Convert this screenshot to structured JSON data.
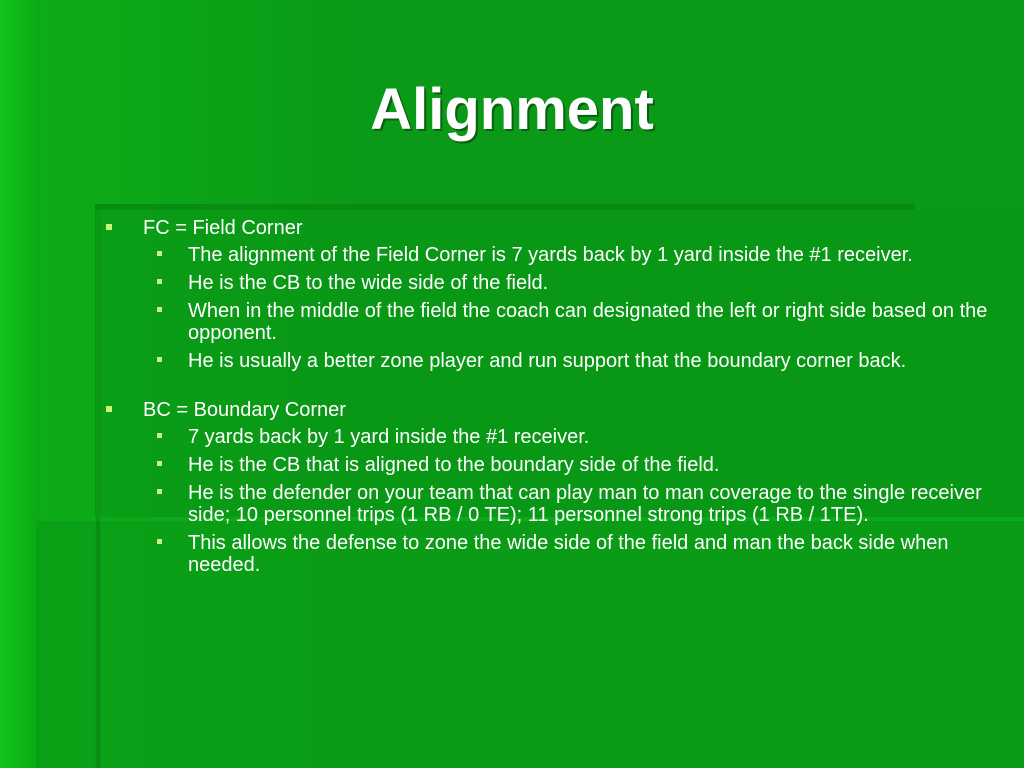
{
  "title": "Alignment",
  "sections": [
    {
      "heading": "FC  = Field Corner",
      "items": [
        "The alignment of the Field Corner is 7 yards back by 1 yard inside the #1 receiver.",
        "He is the CB to the wide side of the field.",
        "When in the middle of the field the coach can designated the left or right side based on the opponent.",
        "He is usually a better zone player and run support that the boundary corner back."
      ]
    },
    {
      "heading": "BC = Boundary Corner",
      "items": [
        "7 yards back by 1 yard inside the #1 receiver.",
        "He is the CB that is aligned to the boundary side of the field.",
        "He is the defender on your team that can play man to man coverage to the single receiver side; 10 personnel trips (1 RB / 0 TE); 11 personnel strong trips (1 RB / 1TE).",
        "This allows the defense to zone the wide side of the field and man the back side when needed."
      ]
    }
  ],
  "colors": {
    "background": "#0a9a17",
    "text": "#ffffff",
    "bullet": "#c8f57a"
  }
}
